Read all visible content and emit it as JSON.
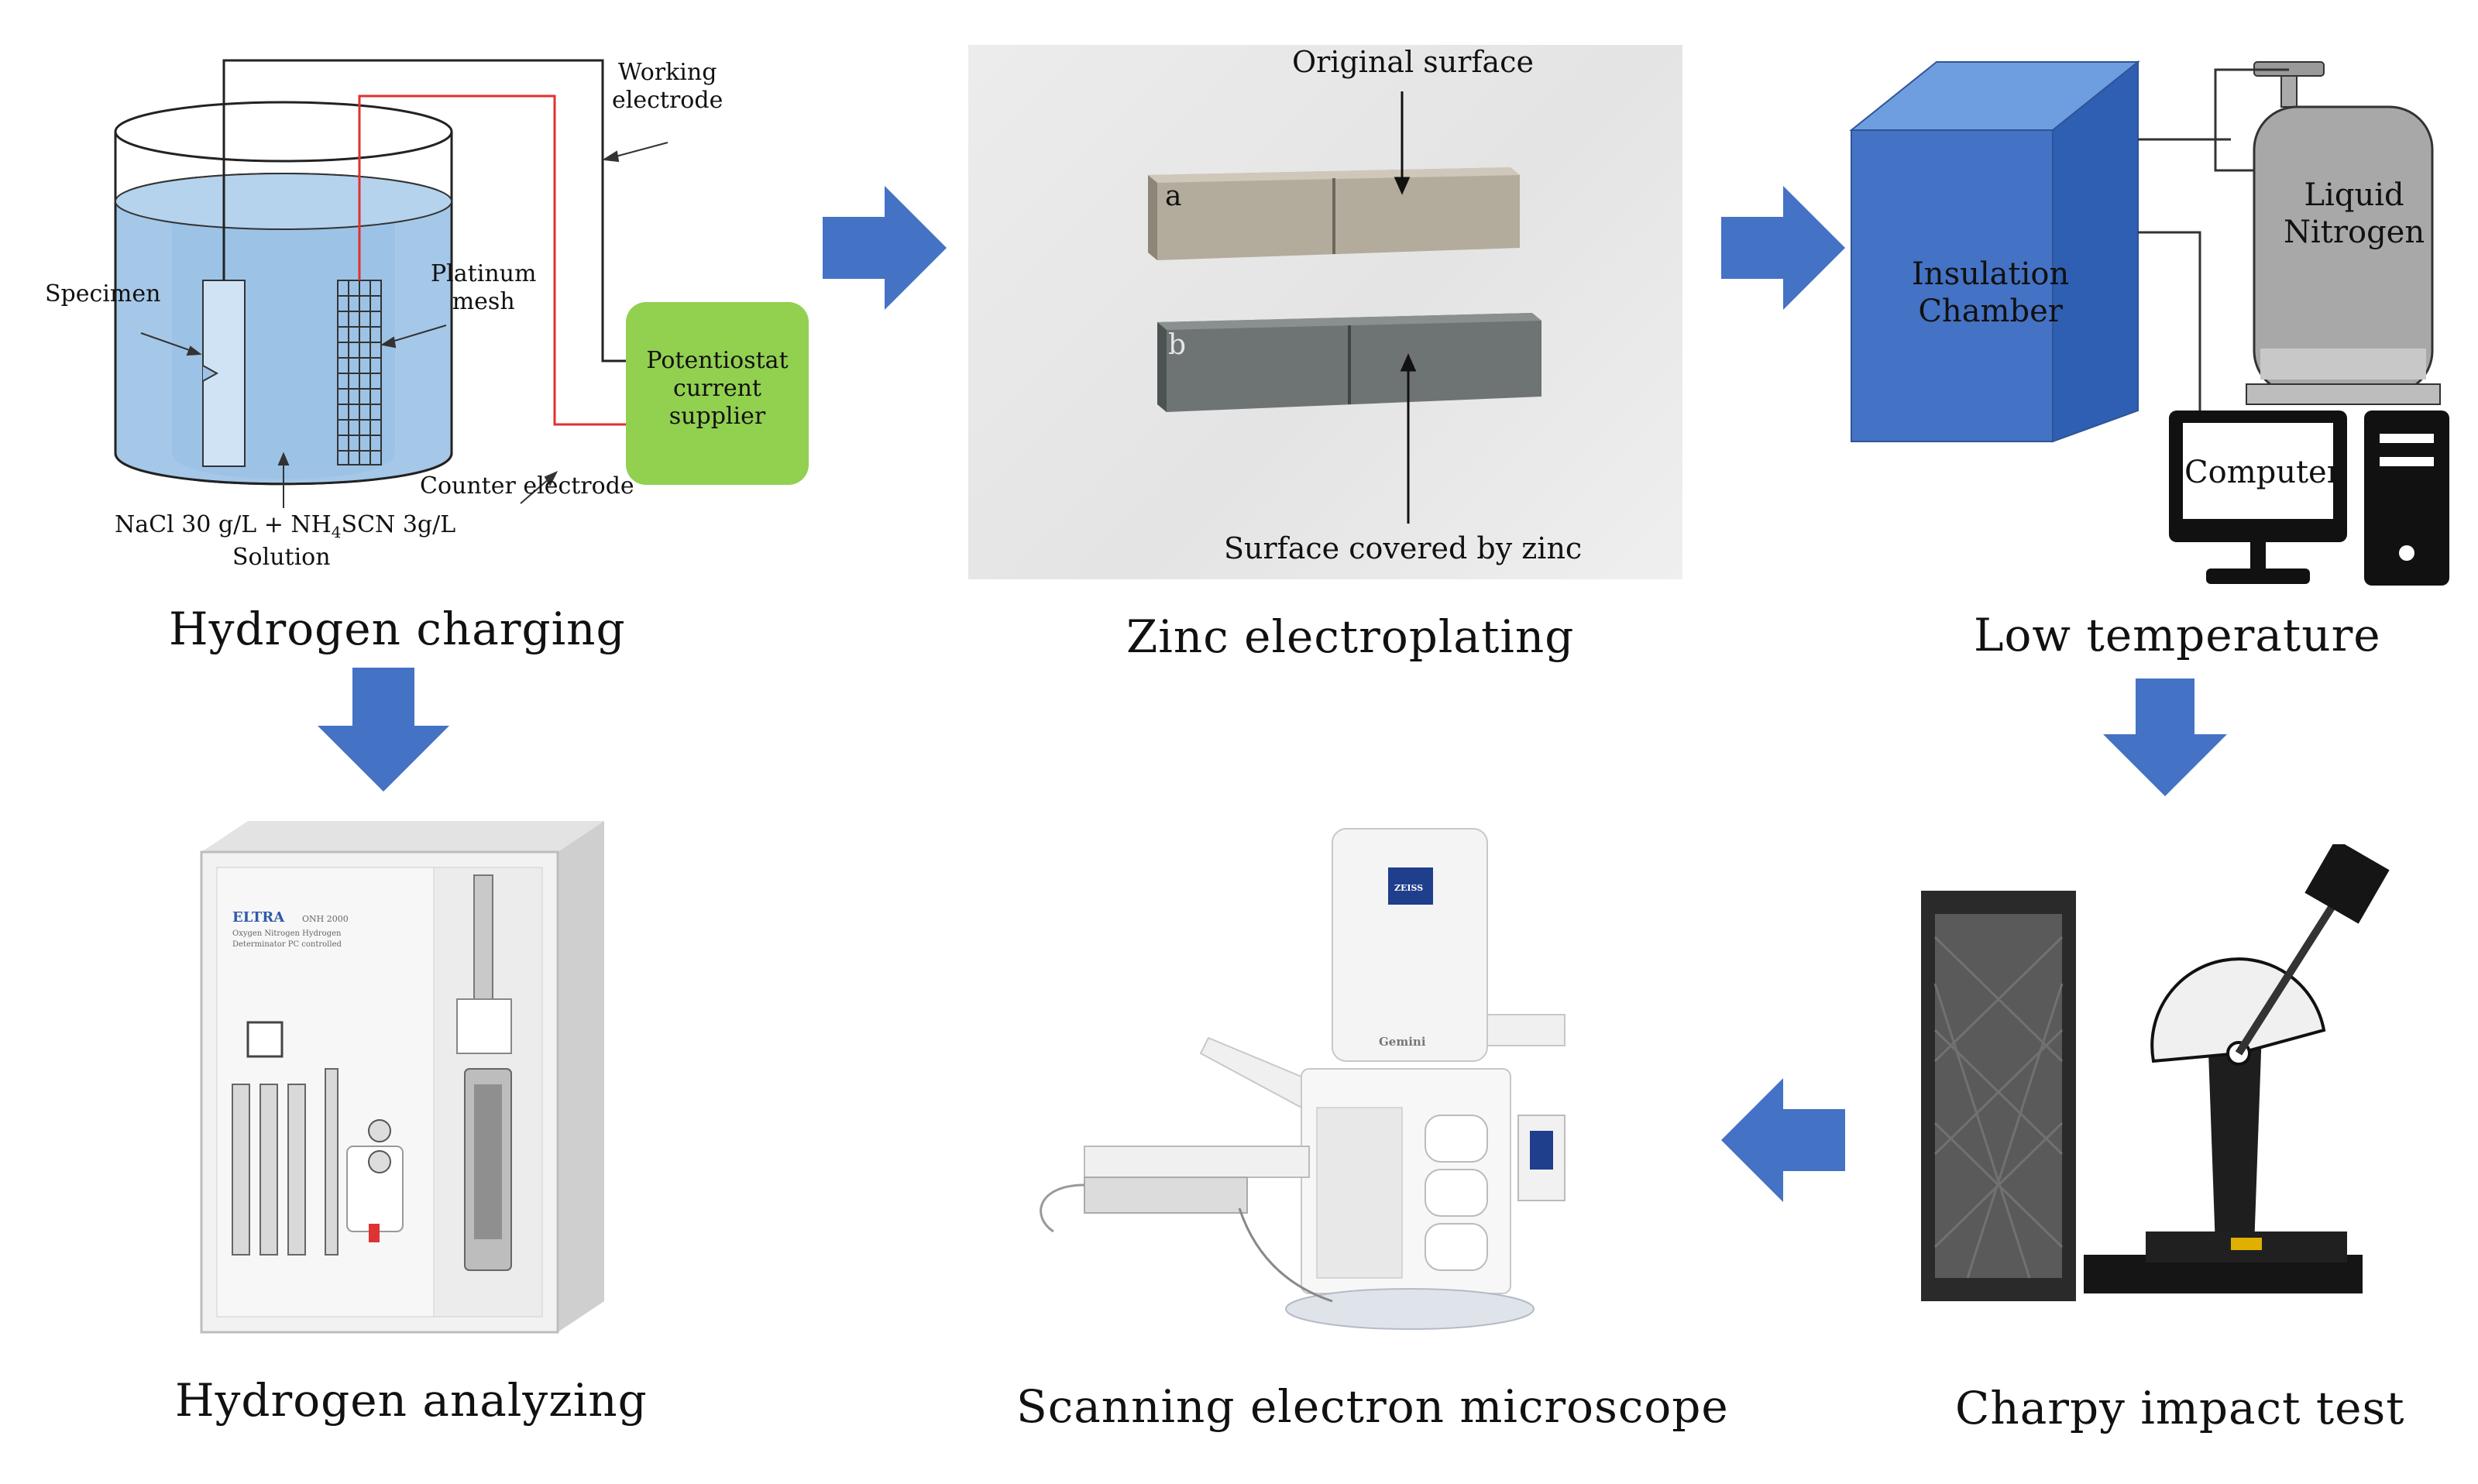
{
  "stages": {
    "hydrogen_charging": {
      "title": "Hydrogen charging",
      "labels": {
        "working_electrode": "Working\nelectrode",
        "specimen": "Specimen",
        "platinum_mesh": "Platinum\nmesh",
        "potentiostat": "Potentiostat\ncurrent\nsupplier",
        "counter_electrode": "Counter electrode",
        "solution_line1": "NaCl 30 g/L + NH4SCN 3g/L",
        "solution_line2": "Solution"
      }
    },
    "zinc_electroplating": {
      "title": "Zinc electroplating",
      "labels": {
        "original_surface": "Original surface",
        "covered_surface": "Surface covered by zinc",
        "specimen_a": "a",
        "specimen_b": "b"
      }
    },
    "low_temperature": {
      "title": "Low temperature",
      "labels": {
        "insulation_chamber": "Insulation\nChamber",
        "liquid_nitrogen": "Liquid\nNitrogen",
        "computer": "Computer"
      }
    },
    "hydrogen_analyzing": {
      "title": "Hydrogen analyzing",
      "device_brand": "ELTRA",
      "device_model": "ONH 2000",
      "device_desc": "Oxygen Nitrogen Hydrogen\nDeterminator PC controlled"
    },
    "sem": {
      "title": "Scanning electron microscope",
      "brand": "ZEISS",
      "model": "Gemini"
    },
    "charpy": {
      "title": "Charpy impact test"
    }
  },
  "colors": {
    "arrow": "#4472c4",
    "potentiostat": "#92d050",
    "chamber": "#4472c4",
    "counter_wire": "#e23030"
  },
  "flow": [
    "Hydrogen charging",
    "Zinc electroplating",
    "Low temperature",
    "Charpy impact test",
    "Scanning electron microscope",
    "Hydrogen analyzing"
  ]
}
